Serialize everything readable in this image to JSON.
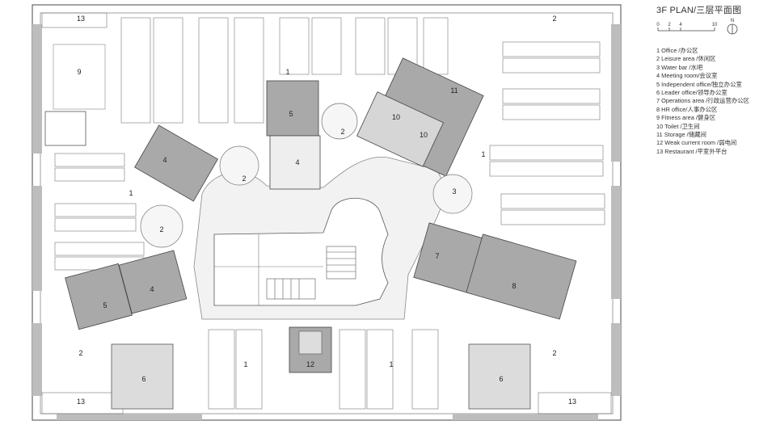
{
  "title": "3F PLAN/三层平面图",
  "scale_bar": {
    "ticks": [
      "0",
      "2",
      "4",
      "10"
    ],
    "north": "N"
  },
  "legend": [
    "1 Office /办公区",
    "2 Leisure area /休闲区",
    "3 Water bar /水吧",
    "4 Meeting room/会议室",
    "5 Independent office/独立办公室",
    "6 Leader office/领导办公室",
    "7 Operations area /行政运营办公区",
    "8 HR office/人事办公区",
    "9 Fitness area /健身区",
    "10 Toilet /卫生间",
    "11 Storage /储藏间",
    "12 Weak current room /弱电间",
    "13 Restaurant /平室外平台"
  ],
  "room_labels": {
    "r13_tl": "13",
    "r2_tr": "2",
    "r9": "9",
    "r1_top": "1",
    "r5_top": "5",
    "r4_top": "4",
    "r2_top": "2",
    "r10a": "10",
    "r10b": "10",
    "r11": "11",
    "r1_right": "1",
    "r4_left": "4",
    "r2_center": "2",
    "r1_left": "1",
    "r3": "3",
    "r2_left": "2",
    "r7": "7",
    "r8": "8",
    "r4_low": "4",
    "r5_low": "5",
    "r2_bl": "2",
    "r2_br": "2",
    "r1_bottom": "1",
    "r1_bottom_r": "1",
    "r6_left": "6",
    "r6_right": "6",
    "r12": "12",
    "r13_bl": "13",
    "r13_br": "13"
  },
  "colors": {
    "wall": "#9a9a9a",
    "room_fill": "#a9a9a9",
    "line": "#555555",
    "floor": "#ffffff"
  }
}
